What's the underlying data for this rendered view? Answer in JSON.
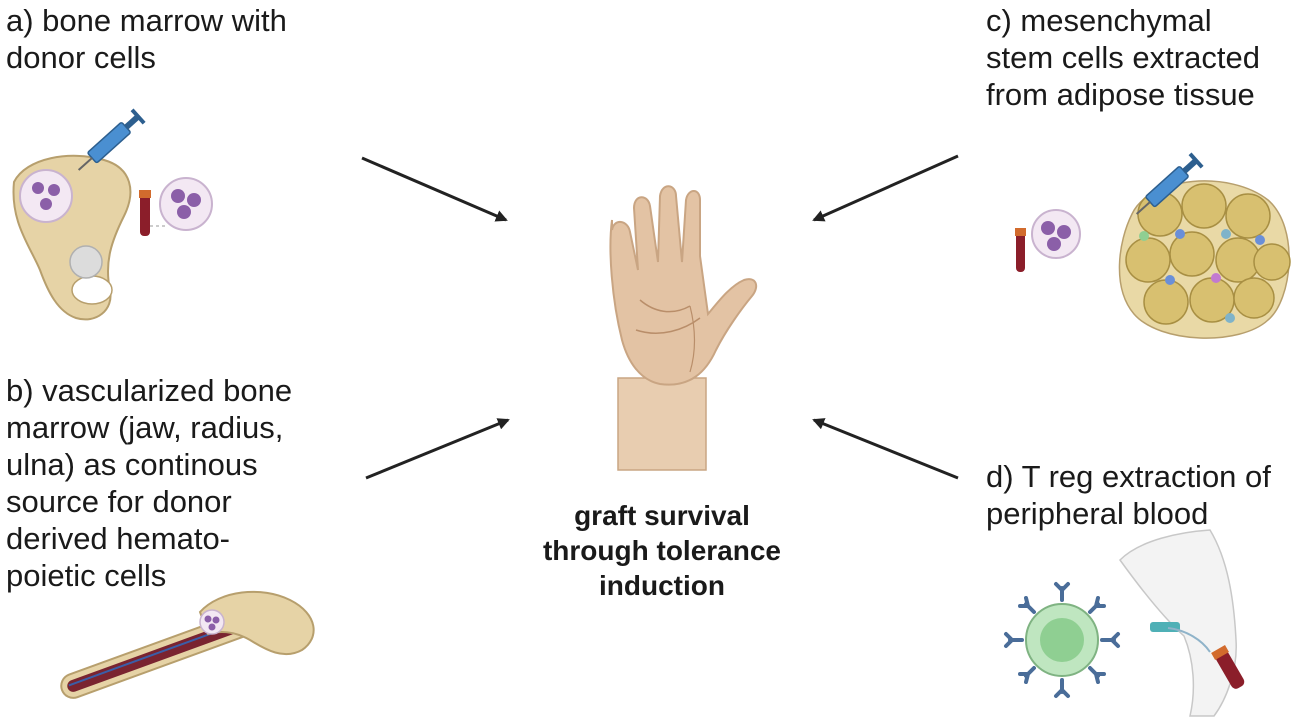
{
  "panels": {
    "a": {
      "text": "a) bone marrow with\ndonor cells"
    },
    "b": {
      "text": "b) vascularized bone\nmarrow (jaw, radius,\nulna) as continous\nsource for donor\nderived hemato-\npoietic cells"
    },
    "c": {
      "text": "c) mesenchymal\nstem cells extracted\nfrom adipose tissue"
    },
    "d": {
      "text": "d) T reg extraction of\nperipheral blood"
    }
  },
  "center": {
    "caption": "graft survival\nthrough tolerance\ninduction"
  },
  "colors": {
    "bone": "#e6d3a6",
    "bone_outline": "#b79f6d",
    "skin": "#e3c3a4",
    "skin_line": "#b98e6a",
    "cell_purple": "#8b5fa8",
    "syringe_blue": "#4a8fd1",
    "blood_red": "#8b1e2a",
    "fat": "#d8c070",
    "treg_green": "#8fcf92",
    "receptor_blue": "#4a6d99",
    "arrow": "#222222"
  },
  "icons": [
    "hip-bone-icon",
    "syringe-icon",
    "blood-tube-icon",
    "cell-magnifier-icon",
    "femur-icon",
    "adipose-tissue-icon",
    "treg-cell-icon",
    "arm-iv-icon",
    "hand-icon"
  ]
}
